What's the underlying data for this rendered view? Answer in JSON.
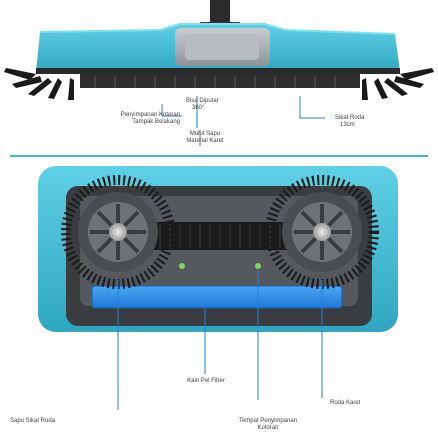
{
  "colors": {
    "accent": "#3FB8D2",
    "accent_dark": "#1E8FA8",
    "bristle": "#1A1A1A",
    "rubber": "#2E2E2E",
    "grey_body": "#9FA3A6",
    "leader_line": "#2A7FD0",
    "blue_pad": "#2E8BEA"
  },
  "top_section": {
    "rotatable": "Bisa Diputar",
    "rotation_degrees": "360°",
    "dust_storage_line1": "Penyimpanan Kotoran",
    "dust_storage_line2": "Tampak Belakang",
    "wheel_brush": "Sikat Roda",
    "wheel_brush_size": "13cm",
    "rubber_mouth": "Mulut Sapu",
    "rubber_material": "Material Karet"
  },
  "bottom_section": {
    "fiber_cloth": "Kain Pel Fiber",
    "rubber_wheel": "Roda Karet",
    "wheel_brush_broom": "Sapu Sikat Roda",
    "dust_storage_line1": "Tempat Penyimpanan",
    "dust_storage_line2": "Kotoran"
  },
  "icons": {
    "top_product": "sweeper-side-view-icon",
    "bottom_product": "sweeper-underside-view-icon"
  }
}
